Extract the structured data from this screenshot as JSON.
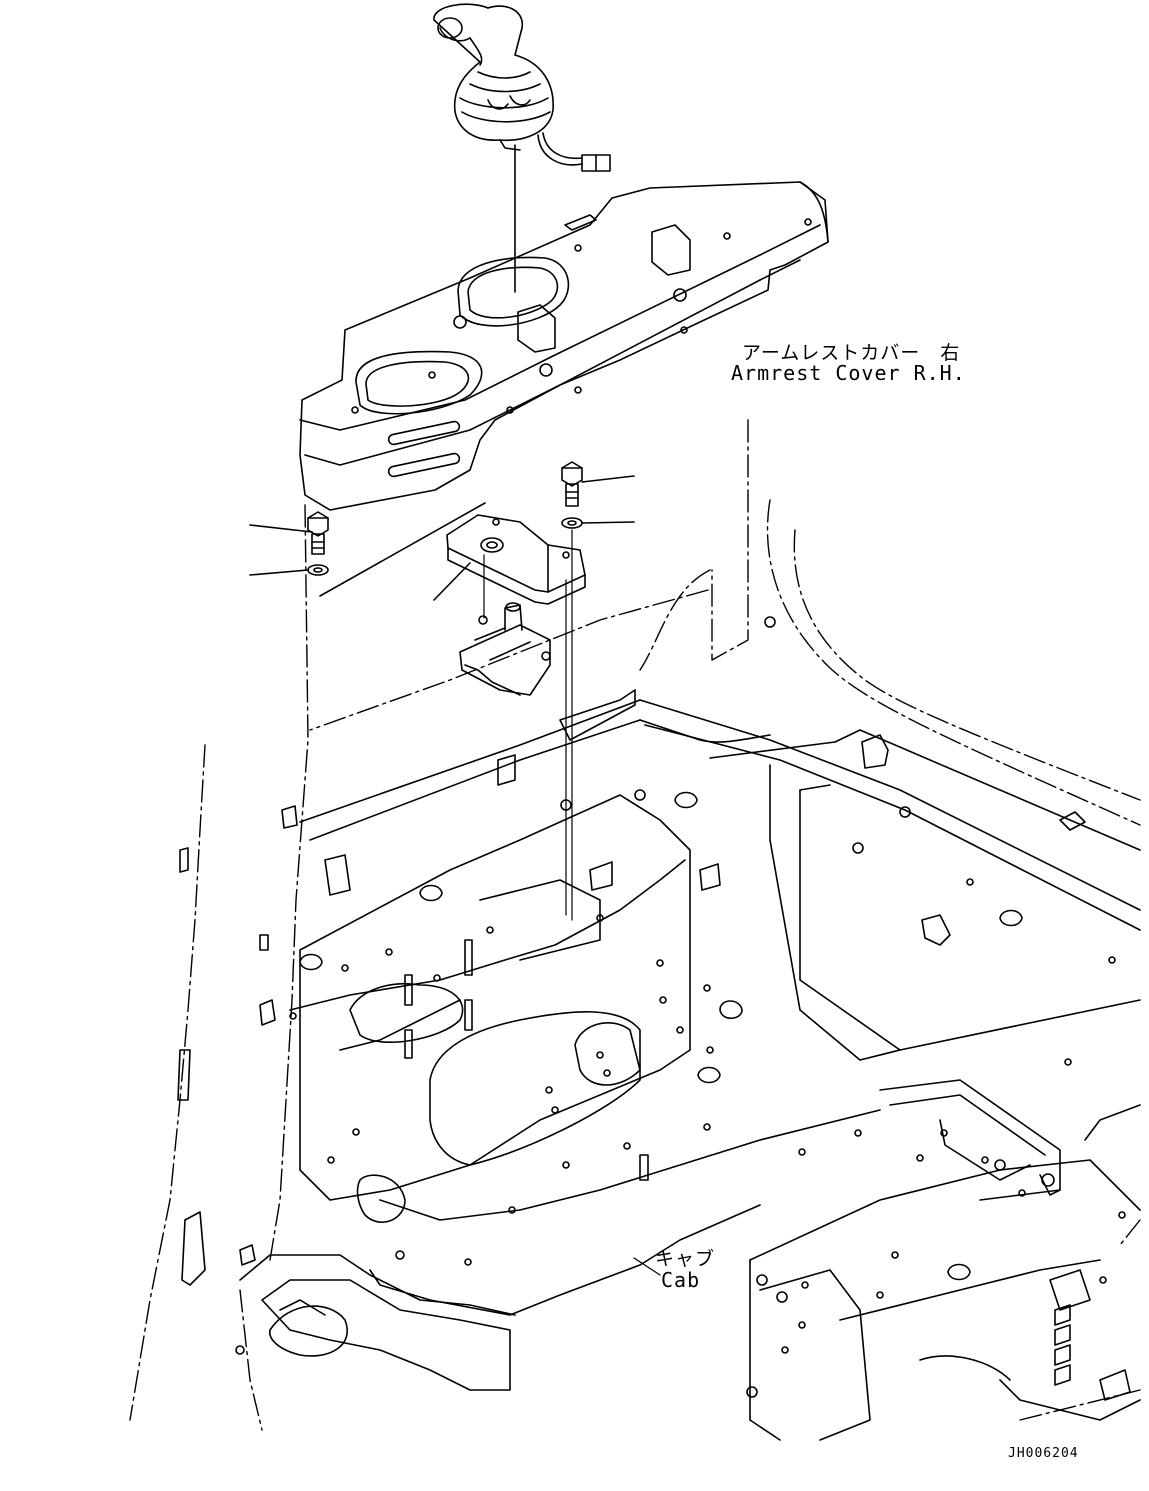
{
  "labels": {
    "armrest_jp": "アームレストカバー　右",
    "armrest_en": "Armrest Cover R.H.",
    "cab_jp": "キャブ",
    "cab_en": "Cab",
    "drawing_id": "JH006204"
  },
  "colors": {
    "line": "#000000",
    "background": "#ffffff"
  }
}
